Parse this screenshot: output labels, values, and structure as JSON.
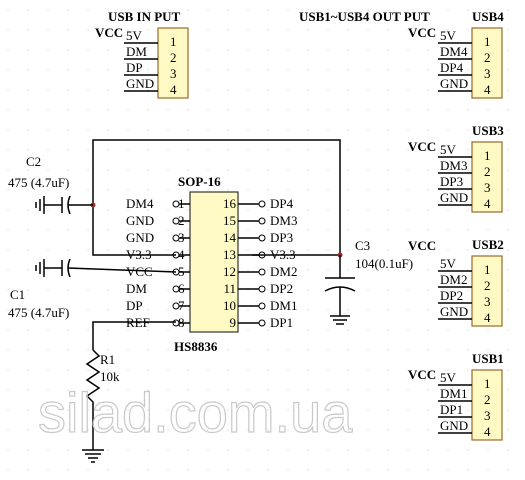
{
  "header": {
    "usb_input_title": "USB IN PUT",
    "usb_output_title": "USB1~USB4 OUT PUT"
  },
  "connectors": [
    {
      "id": "in",
      "title": "",
      "vcc": "VCC",
      "pins": [
        "5V",
        "DM",
        "DP",
        "GND"
      ],
      "numbers": [
        "1",
        "2",
        "3",
        "4"
      ]
    },
    {
      "id": "usb4",
      "title": "USB4",
      "vcc": "VCC",
      "pins": [
        "5V",
        "DM4",
        "DP4",
        "GND"
      ],
      "numbers": [
        "1",
        "2",
        "3",
        "4"
      ]
    },
    {
      "id": "usb3",
      "title": "USB3",
      "vcc": "VCC",
      "pins": [
        "5V",
        "DM3",
        "DP3",
        "GND"
      ],
      "numbers": [
        "1",
        "2",
        "3",
        "4"
      ]
    },
    {
      "id": "usb2",
      "title": "USB2",
      "vcc": "VCC",
      "pins": [
        "5V",
        "DM2",
        "DP2",
        "GND"
      ],
      "numbers": [
        "1",
        "2",
        "3",
        "4"
      ]
    },
    {
      "id": "usb1",
      "title": "USB1",
      "vcc": "VCC",
      "pins": [
        "5V",
        "DM1",
        "DP1",
        "GND"
      ],
      "numbers": [
        "1",
        "2",
        "3",
        "4"
      ]
    }
  ],
  "chip": {
    "package": "SOP-16",
    "part": "HS8836",
    "left_pins": [
      {
        "num": "1",
        "label": "DM4"
      },
      {
        "num": "2",
        "label": "GND"
      },
      {
        "num": "3",
        "label": "GND"
      },
      {
        "num": "4",
        "label": "V3.3"
      },
      {
        "num": "5",
        "label": "VCC"
      },
      {
        "num": "6",
        "label": "DM"
      },
      {
        "num": "7",
        "label": "DP"
      },
      {
        "num": "8",
        "label": "REF"
      }
    ],
    "right_pins": [
      {
        "num": "16",
        "label": "DP4"
      },
      {
        "num": "15",
        "label": "DM3"
      },
      {
        "num": "14",
        "label": "DP3"
      },
      {
        "num": "13",
        "label": "V3.3"
      },
      {
        "num": "12",
        "label": "DM2"
      },
      {
        "num": "11",
        "label": "DP2"
      },
      {
        "num": "10",
        "label": "DM1"
      },
      {
        "num": "9",
        "label": "DP1"
      }
    ]
  },
  "components": {
    "c2": {
      "name": "C2",
      "value": "475 (4.7uF)"
    },
    "c1": {
      "name": "C1",
      "value": "475 (4.7uF)"
    },
    "c3": {
      "name": "C3",
      "value": "104(0.1uF)"
    },
    "r1": {
      "name": "R1",
      "value": "10k"
    }
  },
  "watermark": "silad.com.ua"
}
